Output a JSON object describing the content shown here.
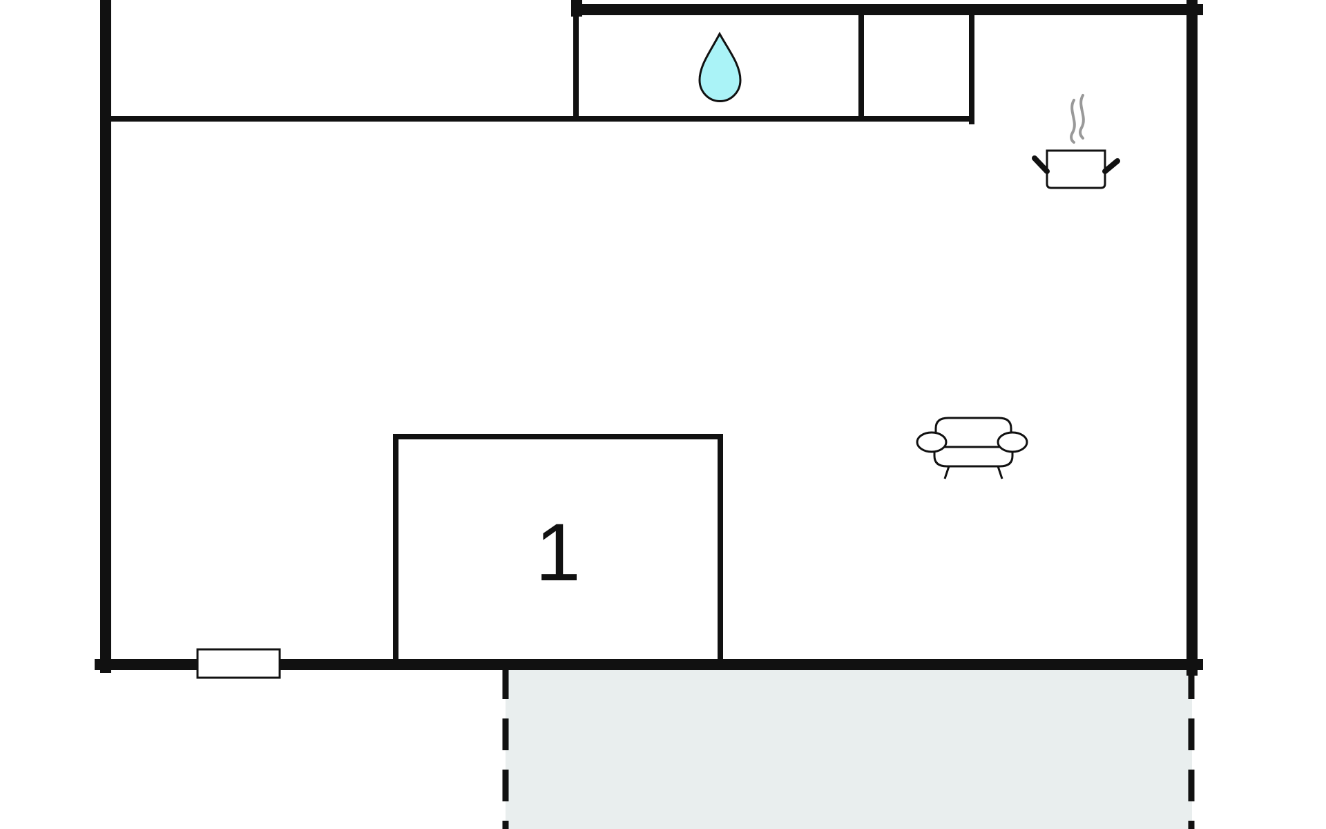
{
  "plan": {
    "rooms": [
      {
        "label": "1"
      }
    ],
    "icons": [
      {
        "name": "water-drop-icon",
        "meaning": "bathroom"
      },
      {
        "name": "cooking-pot-icon",
        "meaning": "kitchen"
      },
      {
        "name": "sofa-icon",
        "meaning": "living room"
      },
      {
        "name": "window-icon",
        "meaning": "window"
      }
    ],
    "outdoor_area": {
      "kind": "terrace"
    }
  },
  "colors": {
    "wall": "#111111",
    "terrace_fill": "#e9eeee",
    "drop_fill": "#aaf3f7",
    "steam": "#999999",
    "background": "#ffffff"
  }
}
